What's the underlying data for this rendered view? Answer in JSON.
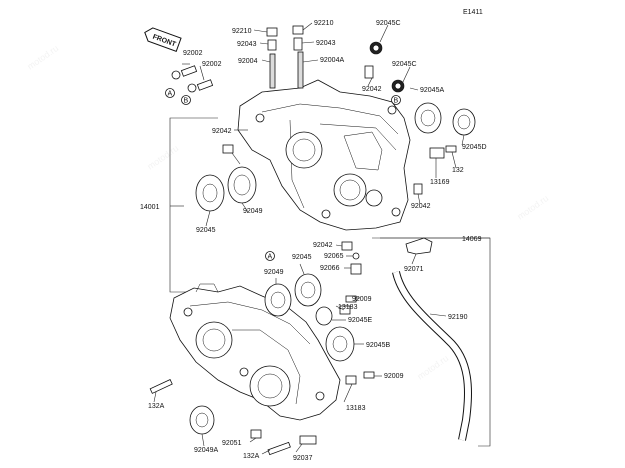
{
  "diagram": {
    "code": "E1411",
    "front_arrow": "FRONT",
    "callouts": {
      "A": "A",
      "B": "B"
    },
    "labels": {
      "l_92210_a": "92210",
      "l_92210_b": "92210",
      "l_92045c_a": "92045C",
      "l_92043_a": "92043",
      "l_92043_b": "92043",
      "l_92002_a": "92002",
      "l_92002_b": "92002",
      "l_92004": "92004",
      "l_92004a": "92004A",
      "l_92045c_b": "92045C",
      "l_92042_a": "92042",
      "l_92045a": "92045A",
      "l_92042_b": "92042",
      "l_92045d": "92045D",
      "l_132_a": "132",
      "l_13169": "13169",
      "l_14001": "14001",
      "l_92049_a": "92049",
      "l_92045_a": "92045",
      "l_92042_c": "92042",
      "l_92042_d": "92042",
      "l_14069": "14069",
      "l_92065": "92065",
      "l_92066": "92066",
      "l_92071": "92071",
      "l_92045_b": "92045",
      "l_92049_b": "92049",
      "l_92009_a": "92009",
      "l_13183_a": "13183",
      "l_92190": "92190",
      "l_92045e": "92045E",
      "l_92045b": "92045B",
      "l_92009_b": "92009",
      "l_132a_a": "132A",
      "l_13183_b": "13183",
      "l_92049a": "92049A",
      "l_92051": "92051",
      "l_132a_b": "132A",
      "l_92037": "92037"
    }
  }
}
